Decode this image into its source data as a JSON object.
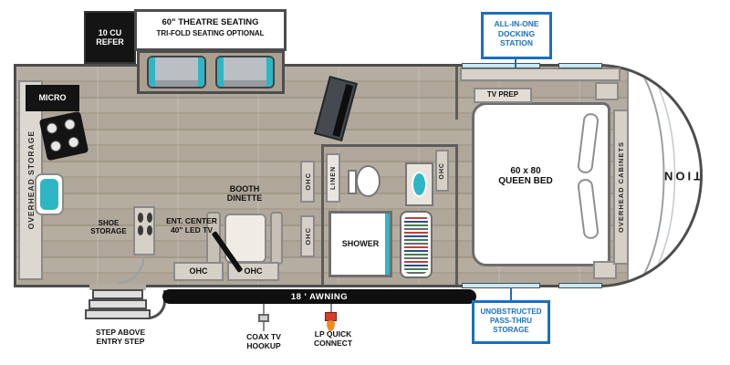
{
  "brand": "REFLECTION",
  "palette": {
    "outline": "#4d4d4d",
    "floor_wood": "#b5aca0",
    "cabinet": "#d6d0c7",
    "fixture_black": "#141414",
    "accent_teal": "#2fb6c5",
    "callout_blue": "#1a6fbd",
    "window_blue": "#c5eaf8"
  },
  "exterior": {
    "docking_line1": "ALL-IN-ONE",
    "docking_line2": "DOCKING",
    "docking_line3": "STATION",
    "awning": "18 ' AWNING",
    "entry_line1": "STEP ABOVE",
    "entry_line2": "ENTRY STEP",
    "coax_line1": "COAX TV",
    "coax_line2": "HOOKUP",
    "lp_line1": "LP QUICK",
    "lp_line2": "CONNECT",
    "passthru_line1": "UNOBSTRUCTED",
    "passthru_line2": "PASS-THRU",
    "passthru_line3": "STORAGE"
  },
  "kitchen": {
    "refer_line1": "10 CU",
    "refer_line2": "REFER",
    "micro": "MICRO",
    "overhead_storage": "OVERHEAD STORAGE",
    "shoe_line1": "SHOE",
    "shoe_line2": "STORAGE"
  },
  "living": {
    "theatre_line1": "60\" THEATRE SEATING",
    "theatre_line2": "TRI-FOLD SEATING OPTIONAL",
    "ent_line1": "ENT. CENTER",
    "ent_line2": "40\" LED TV",
    "dinette_line1": "BOOTH",
    "dinette_line2": "DINETTE",
    "ohc": "OHC"
  },
  "bath": {
    "linen": "LINEN",
    "shower": "SHOWER",
    "ohc": "OHC"
  },
  "bedroom": {
    "tv_prep": "TV PREP",
    "bed_line1": "60 x 80",
    "bed_line2": "QUEEN BED",
    "overhead_cabinets": "OVERHEAD CABINETS"
  }
}
